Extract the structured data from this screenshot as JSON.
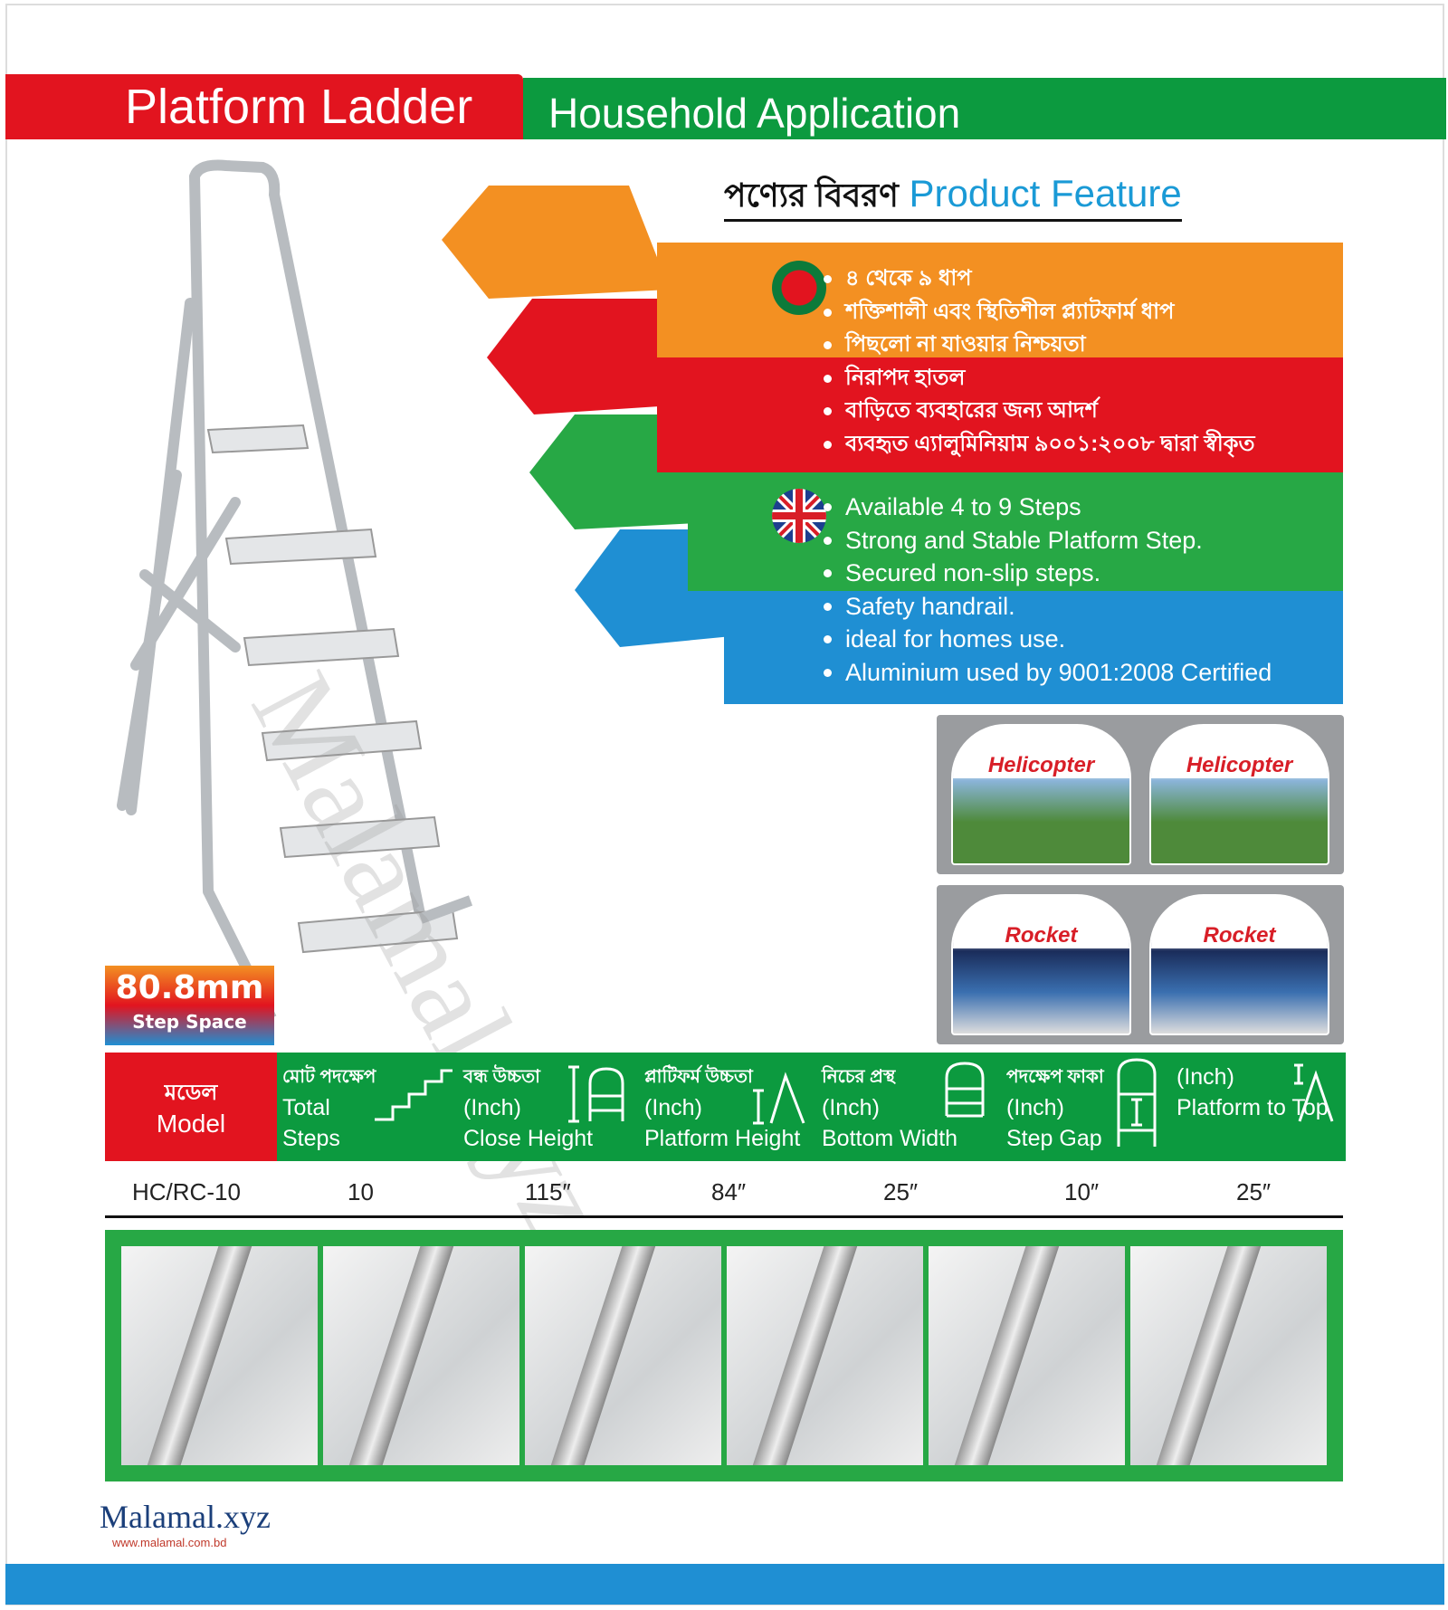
{
  "header": {
    "title": "Platform Ladder",
    "subtitle": "Household Application"
  },
  "feature_title": {
    "bn": "পণ্যের বিবরণ",
    "en": "Product Feature"
  },
  "features_bn": [
    "৪ থেকে ৯ ধাপ",
    "শক্তিশালী এবং স্থিতিশীল প্ল্যাটফার্ম ধাপ",
    "পিছলো না যাওয়ার নিশ্চয়তা",
    "নিরাপদ হাতল",
    "বাড়িতে ব্যবহারের জন্য আদর্শ",
    "ব্যবহৃত এ্যালুমিনিয়াম ৯০০১:২০০৮ দ্বারা স্বীকৃত"
  ],
  "features_en": [
    "Available 4 to 9 Steps",
    "Strong and Stable Platform Step.",
    "Secured non-slip steps.",
    "Safety handrail.",
    "ideal for homes use.",
    "Aluminium used by 9001:2008 Certified"
  ],
  "packages": [
    "Helicopter",
    "Rocket"
  ],
  "badge": {
    "value": "80.8mm",
    "label": "Step Space"
  },
  "table": {
    "model_bn": "মডেল",
    "model_en": "Model",
    "columns": [
      {
        "bn": "মোট পদক্ষেপ",
        "unit": "Total",
        "en": "Steps"
      },
      {
        "bn": "বন্ধ উচ্চতা",
        "unit": "(Inch)",
        "en": "Close Height"
      },
      {
        "bn": "প্লাটিফর্ম উচ্চতা",
        "unit": "(Inch)",
        "en": "Platform Height"
      },
      {
        "bn": "নিচের প্রস্থ",
        "unit": "(Inch)",
        "en": "Bottom Width"
      },
      {
        "bn": "পদক্ষেপ ফাকা",
        "unit": "(Inch)",
        "en": "Step Gap"
      },
      {
        "bn": "",
        "unit": "(Inch)",
        "en": "Platform to Top"
      }
    ],
    "row": [
      "HC/RC-10",
      "10",
      "115″",
      "84″",
      "25″",
      "10″",
      "25″"
    ]
  },
  "watermark": "Malamal.xyz",
  "logo": {
    "name": "Malamal.xyz",
    "url": "www.malamal.com.bd"
  },
  "colors": {
    "red": "#e2141f",
    "green": "#0c9a3f",
    "orange": "#f39022",
    "blue": "#1f8fd3",
    "title_blue": "#1a9ad6"
  }
}
